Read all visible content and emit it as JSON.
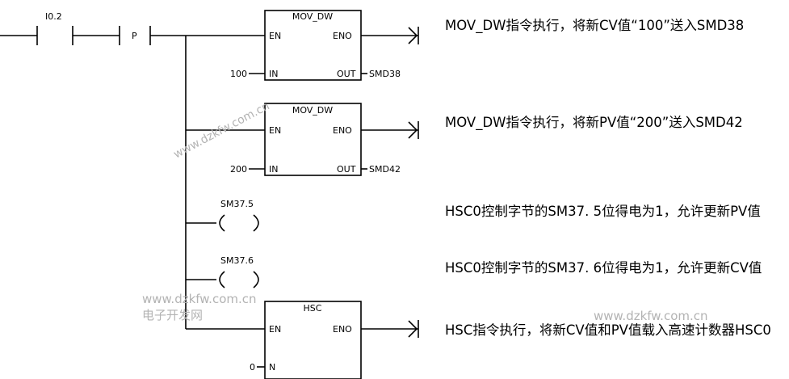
{
  "contacts": {
    "i0_2": "I0.2",
    "p": "P"
  },
  "blocks": [
    {
      "title": "MOV_DW",
      "en": "EN",
      "eno": "ENO",
      "in_label": "IN",
      "out_label": "OUT",
      "in_value": "100",
      "out_value": "SMD38"
    },
    {
      "title": "MOV_DW",
      "en": "EN",
      "eno": "ENO",
      "in_label": "IN",
      "out_label": "OUT",
      "in_value": "200",
      "out_value": "SMD42"
    },
    {
      "title": "HSC",
      "en": "EN",
      "eno": "ENO",
      "in_label": "N",
      "in_value": "0"
    }
  ],
  "coils": [
    {
      "label": "SM37.5"
    },
    {
      "label": "SM37.6"
    }
  ],
  "notes": [
    "MOV_DW指令执行，将新CV值“100”送入SMD38",
    "MOV_DW指令执行，将新PV值“200”送入SMD42",
    "HSC0控制字节的SM37. 5位得电为1，允许更新PV值",
    "HSC0控制字节的SM37. 6位得电为1，允许更新CV值",
    "HSC指令执行，将新CV值和PV值载入高速计数器HSC0"
  ],
  "watermarks": {
    "diagonal": "www.dzkfw.com.cn",
    "left_url": "www.dzkfw.com.cn",
    "left_cn": "电子开发网",
    "right_url": "www.dzkfw.com.cn"
  }
}
